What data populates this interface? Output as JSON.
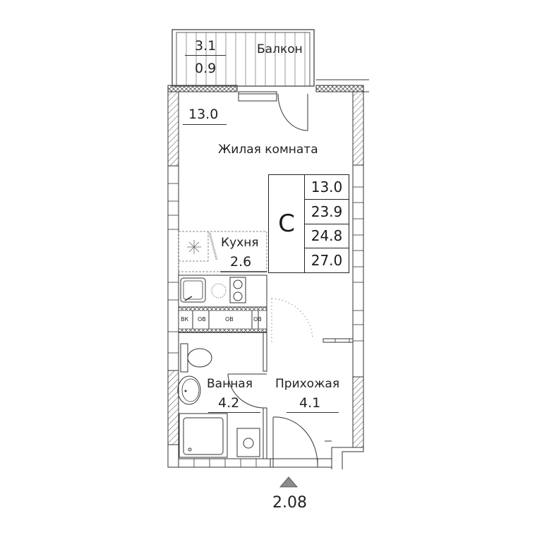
{
  "plan": {
    "apartment_type": "С",
    "areas_table": [
      "13.0",
      "23.9",
      "24.8",
      "27.0"
    ],
    "entrance_marker": "2.08"
  },
  "rooms": {
    "balcony": {
      "name": "Балкон",
      "area_full": "3.1",
      "area_reduced": "0.9"
    },
    "living_room": {
      "name": "Жилая комната",
      "area": "13.0"
    },
    "kitchen": {
      "name": "Кухня",
      "area": "2.6"
    },
    "bathroom": {
      "name": "Ванная",
      "area": "4.2"
    },
    "hallway": {
      "name": "Прихожая",
      "area": "4.1"
    }
  },
  "fixtures": {
    "labels": [
      "ВК",
      "ОВ",
      "ОВ",
      "ОВ"
    ]
  },
  "colors": {
    "wall": "#333333",
    "hatch": "#555555",
    "marker": "#8c8c8c"
  }
}
